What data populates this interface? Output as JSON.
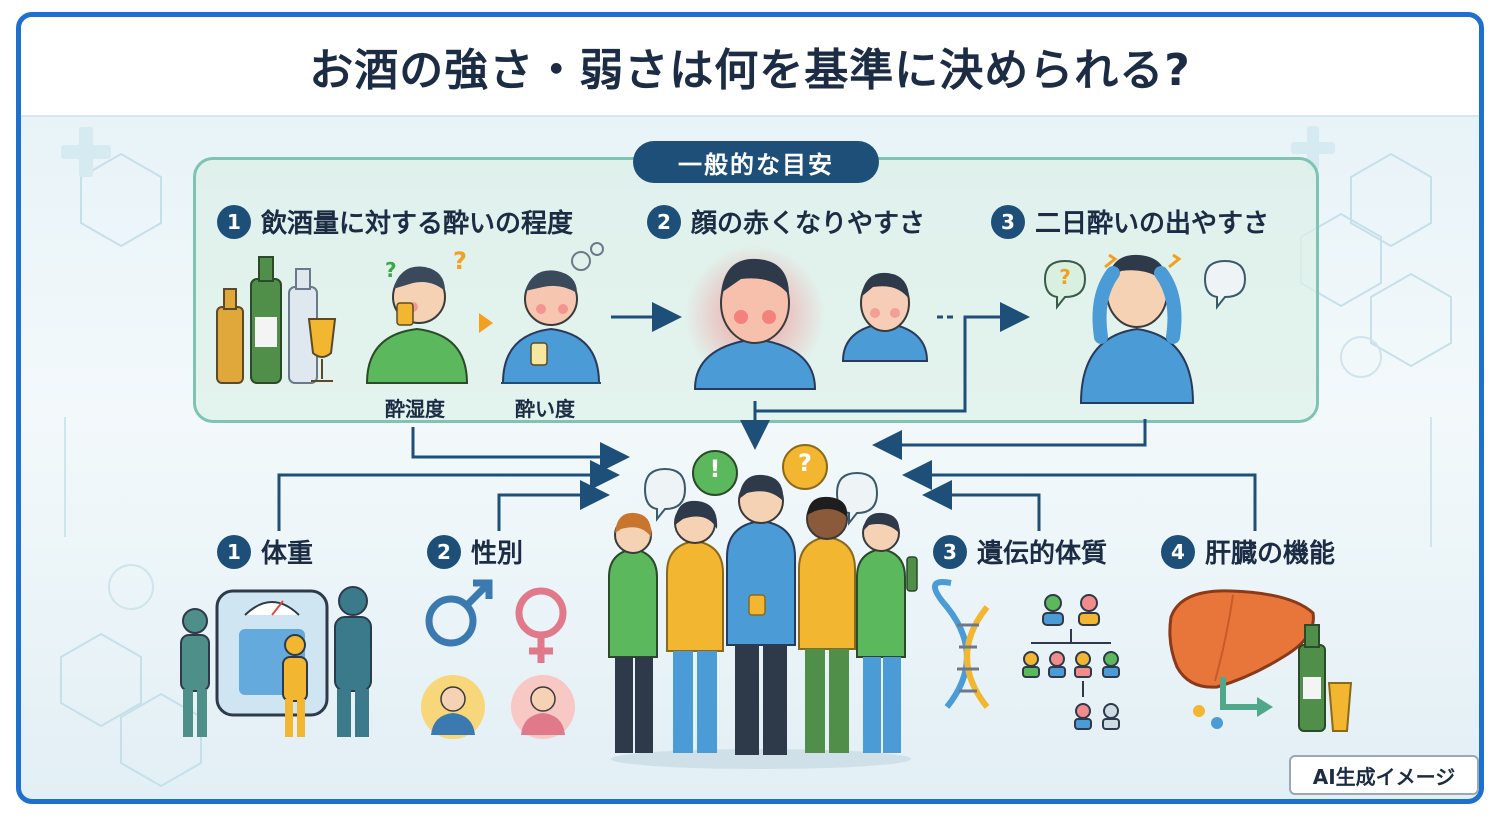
{
  "title": "お酒の強さ・弱さは何を基準に決められる?",
  "guide": {
    "heading": "一般的な目安",
    "items": [
      {
        "num": "1",
        "label": "飲酒量に対する酔いの程度"
      },
      {
        "num": "2",
        "label": "顔の赤くなりやすさ"
      },
      {
        "num": "3",
        "label": "二日酔いの出やすさ"
      }
    ],
    "captions": {
      "stage1": "酔湿度",
      "stage2": "酔い度"
    }
  },
  "factors": [
    {
      "num": "1",
      "label": "体重"
    },
    {
      "num": "2",
      "label": "性別"
    },
    {
      "num": "3",
      "label": "遺伝的体質"
    },
    {
      "num": "4",
      "label": "肝臓の機能"
    }
  ],
  "bubbles": {
    "exclaim": "!",
    "question": "?",
    "question_small": "?"
  },
  "badge": "AI生成イメージ",
  "colors": {
    "frame": "#1f6fd0",
    "navy": "#1e4f78",
    "guide_border": "#7fc4b2",
    "arrow": "#1e4f78",
    "blue_shirt": "#4a9bd6",
    "green_shirt": "#5cb85c",
    "yellow_shirt": "#f2b630"
  },
  "icons": [
    "scale-icon",
    "male-symbol-icon",
    "female-symbol-icon",
    "dna-icon",
    "family-tree-icon",
    "liver-icon",
    "bottle-icon",
    "glass-icon"
  ]
}
